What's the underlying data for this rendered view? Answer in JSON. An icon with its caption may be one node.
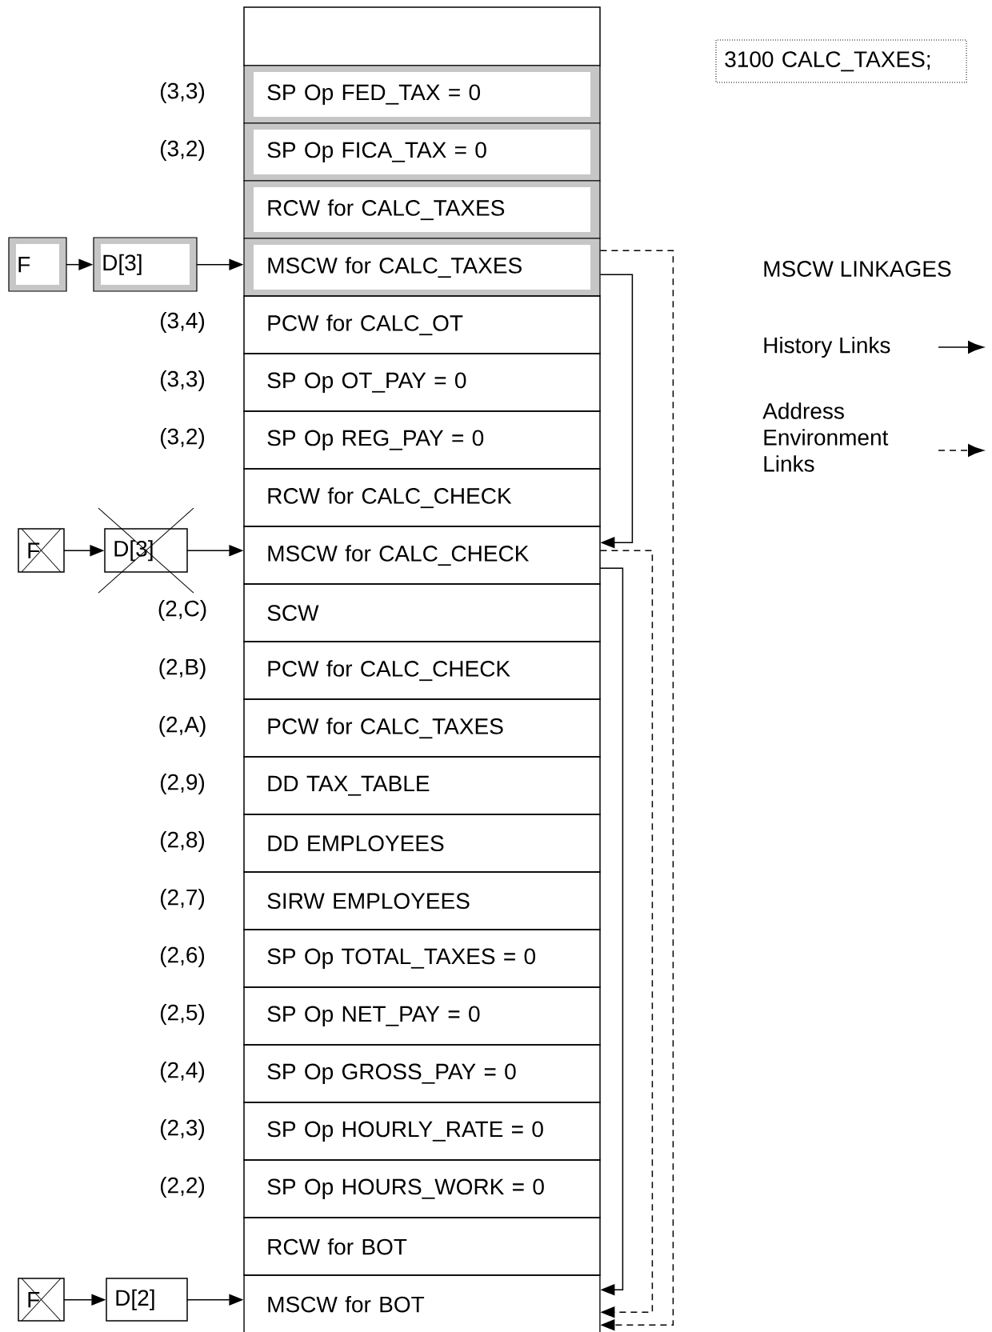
{
  "diagram": {
    "nodes": [
      {
        "text": [],
        "shape": "box"
      },
      {
        "text": [
          "SP Op  FED_TAX = 0"
        ],
        "beside": [
          "(3,3)"
        ]
      },
      {
        "text": [
          "SP Op  FICA_TAX = 0"
        ],
        "beside": [
          "(3,2)"
        ]
      },
      {
        "text": [
          "RCW for CALC_TAXES"
        ]
      },
      {
        "text": [
          "MSCW for CALC_TAXES"
        ]
      },
      {
        "text": [
          "PCW for CALC_OT"
        ]
      },
      {
        "text": [
          "SP Op  OT_PAY = 0"
        ],
        "beside": [
          "(3,3)"
        ]
      },
      {
        "text": [
          "SP Op  REG_PAY = 0"
        ],
        "beside": [
          "(3,2)"
        ]
      },
      {
        "text": [
          "RCW for CALC_CHECK"
        ]
      },
      {
        "text": [
          "MSCW for CALC_CHECK"
        ]
      },
      {
        "text": [
          "SCW"
        ]
      },
      {
        "text": [
          "PCW for CALC_CHECK"
        ],
        "beside": [
          "(2,B)"
        ]
      },
      {
        "text": [
          "PCW for CALC_TAXES"
        ],
        "beside": [
          "(2,A)"
        ]
      },
      {
        "text": [
          "DD  TAX_TABLE"
        ],
        "beside": [
          "(2,9)"
        ]
      },
      {
        "text": [
          "DD  EMPLOYEES"
        ],
        "beside": [
          "(2,8)"
        ]
      },
      {
        "text": [
          "SIRW  EMPLOYEES"
        ],
        "beside": [
          "(2,7)"
        ]
      },
      {
        "text": [
          "SP Op  TOTAL_TAXES = 0"
        ],
        "beside": [
          "(2,6)"
        ]
      },
      {
        "text": [
          "SP Op  NET_PAY = 0"
        ],
        "beside": [
          "(2,5)"
        ]
      },
      {
        "text": [
          "SP Op  GROSS_PAY = 0"
        ],
        "beside": [
          "(2,4)"
        ]
      },
      {
        "text": [
          "SP Op  HOURLY_RATE = 0"
        ],
        "beside": [
          "(2,3)"
        ]
      },
      {
        "text": [
          "SP Op  HOURS_WORK = 0"
        ],
        "beside": [
          "(2,2)"
        ]
      },
      {
        "text": [
          "RCW for BOT"
        ]
      },
      {
        "text": [
          "MSCW for BOT"
        ]
      },
      {
        "text": [
          "F"
        ]
      },
      {
        "text": [
          "D[3]"
        ]
      },
      {
        "text": [
          "F"
        ]
      },
      {
        "text": [
          "D[3]"
        ]
      },
      {
        "text": [
          "F"
        ]
      },
      {
        "text": [
          "D[2]"
        ]
      },
      {
        "text": [
          "3100 CALC_TAXES;"
        ]
      }
    ],
    "edges": [
      {
        "from": 23,
        "to": 24,
        "arrow": "to"
      },
      {
        "from": 24,
        "to": 4,
        "arrow": "to"
      },
      {
        "from": 25,
        "to": 26,
        "arrow": "to"
      },
      {
        "from": 26,
        "to": 9,
        "arrow": "to"
      },
      {
        "from": 27,
        "to": 28,
        "arrow": "to"
      },
      {
        "from": 28,
        "to": 22,
        "arrow": "to"
      },
      {
        "from": 4,
        "to": 9,
        "arrow": "to"
      },
      {
        "from": 9,
        "to": 22,
        "arrow": "to"
      },
      {
        "from": 4,
        "to": 22,
        "arrow": "to",
        "style": "dashed"
      },
      {
        "from": 9,
        "to": 22,
        "arrow": "to",
        "style": "dashed"
      }
    ],
    "labels": [
      "(3,4)",
      "MSCW LINKAGES",
      "(2,C)"
    ],
    "legend": [
      {
        "text": "History Links"
      },
      {
        "text": "Address Environment Links"
      }
    ]
  }
}
